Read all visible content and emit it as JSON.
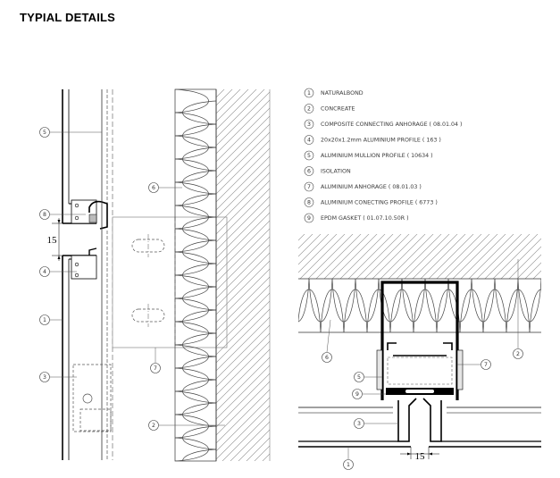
{
  "title": "TYPIAL DETAILS",
  "legend": [
    {
      "num": "1",
      "text": "NATURALBOND"
    },
    {
      "num": "2",
      "text": "CONCREATE"
    },
    {
      "num": "3",
      "text": "COMPOSITE CONNECTING ANHORAGE ( 08.01.04 )"
    },
    {
      "num": "4",
      "text": "20x20x1.2mm ALUMINIUM PROFILE ( 163 )"
    },
    {
      "num": "5",
      "text": "ALUMINIUM MULLION PROFILE ( 10634 )"
    },
    {
      "num": "6",
      "text": "ISOLATION"
    },
    {
      "num": "7",
      "text": "ALUMINIUM ANHORAGE ( 08.01.03 )"
    },
    {
      "num": "8",
      "text": "ALUMINIUM CONECTING PROFILE ( 6773 )"
    },
    {
      "num": "9",
      "text": "EPDM GASKET ( 01.07.10.50R )"
    }
  ],
  "section_callouts": [
    "5",
    "8",
    "4",
    "1",
    "3",
    "6",
    "7",
    "2"
  ],
  "plan_callouts": [
    "6",
    "5",
    "9",
    "3",
    "1",
    "7",
    "2"
  ],
  "section_dimension": "15",
  "plan_dimension": "15"
}
